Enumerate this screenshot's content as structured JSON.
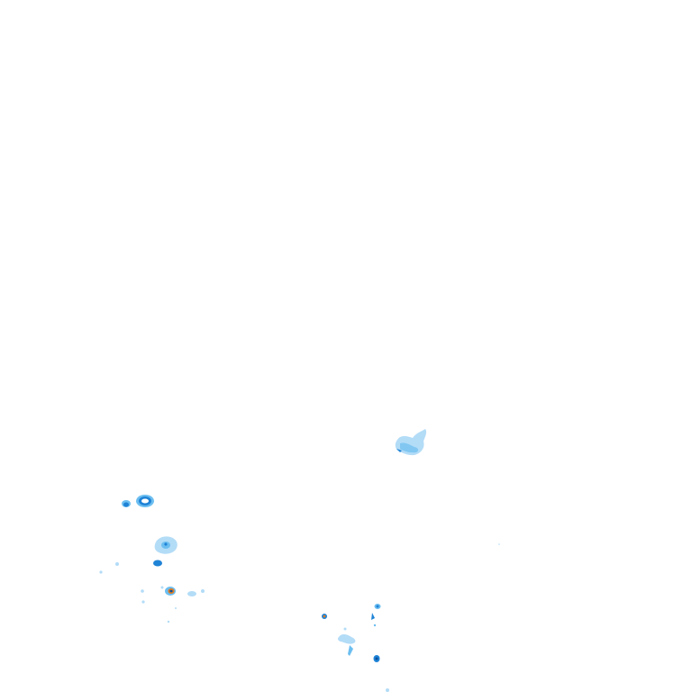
{
  "map": {
    "layer": "rainfall-radar",
    "background": "#ffffff",
    "palette": {
      "light": "#b3dcf7",
      "moderate": "#6cbef0",
      "heavy": "#1f83d6",
      "intense": "#0b4f9c",
      "extreme": "#e07a1f"
    },
    "echoes": [
      {
        "id": "echo-1",
        "intensity": "light"
      },
      {
        "id": "echo-2",
        "intensity": "moderate"
      },
      {
        "id": "echo-3",
        "intensity": "heavy"
      },
      {
        "id": "echo-4",
        "intensity": "light"
      },
      {
        "id": "echo-5",
        "intensity": "heavy"
      },
      {
        "id": "echo-6",
        "intensity": "extreme"
      },
      {
        "id": "echo-7",
        "intensity": "light"
      },
      {
        "id": "echo-8",
        "intensity": "heavy"
      },
      {
        "id": "echo-9",
        "intensity": "heavy"
      },
      {
        "id": "echo-10",
        "intensity": "light"
      },
      {
        "id": "echo-11",
        "intensity": "intense"
      }
    ]
  }
}
